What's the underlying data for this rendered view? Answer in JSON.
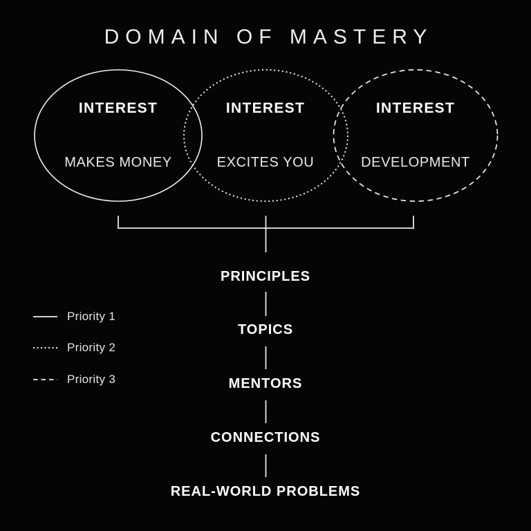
{
  "title": "DOMAIN OF MASTERY",
  "circles": [
    {
      "label": "INTEREST",
      "sub": "MAKES MONEY",
      "priority": "Priority 1",
      "stroke_style": "solid"
    },
    {
      "label": "INTEREST",
      "sub": "EXCITES YOU",
      "priority": "Priority 2",
      "stroke_style": "dotted"
    },
    {
      "label": "INTEREST",
      "sub": "DEVELOPMENT",
      "priority": "Priority 3",
      "stroke_style": "dashed"
    }
  ],
  "legend": [
    {
      "style": "solid",
      "label": "Priority 1"
    },
    {
      "style": "dotted",
      "label": "Priority 2"
    },
    {
      "style": "dashed",
      "label": "Priority 3"
    }
  ],
  "flow": [
    {
      "label": "PRINCIPLES"
    },
    {
      "label": "TOPICS"
    },
    {
      "label": "MENTORS"
    },
    {
      "label": "CONNECTIONS"
    },
    {
      "label": "REAL-WORLD PROBLEMS"
    }
  ],
  "colors": {
    "background": "#050505",
    "stroke": "#f0f0f0",
    "bracket": "#d9d9d9",
    "heading_text": "#ffffff",
    "subtitle_text": "#e9e9e9",
    "title_text": "#ededed"
  }
}
